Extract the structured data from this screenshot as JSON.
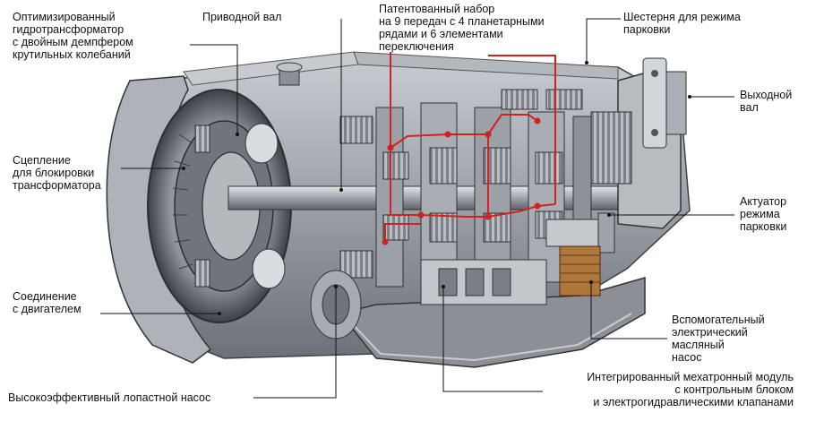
{
  "labels": {
    "torque_converter": "Оптимизированный\nгидротрансформатор\nс двойным демпфером\nкрутильных колебаний",
    "drive_shaft": "Приводной вал",
    "planetary_set": "Патентованный набор\nна 9 передач с 4 планетарными\nрядами и 6 элементами\nпереключения",
    "parking_gear": "Шестерня для режима\nпарковки",
    "output_shaft": "Выходной\nвал",
    "lockup_clutch": "Сцепление\nдля блокировки\nтрансформатора",
    "parking_actuator": "Актуатор\nрежима\nпарковки",
    "engine_connection": "Соединение\nс двигателем",
    "aux_pump": "Вспомогательный\nэлектрический\nмасляный\nнасос",
    "mechatronic_module": "Интегрированный мехатронный модуль\nс контрольным блоком\nи электрогидравлическими клапанами",
    "vane_pump": "Высокоэффективный лопастной насос"
  },
  "colors": {
    "leader_line": "#111111",
    "highlight_path": "#d42020",
    "housing": "#9aa0a6",
    "housing_dark": "#4a4f55",
    "gear": "#b9bec4",
    "oil_pan": "#8c9096"
  }
}
